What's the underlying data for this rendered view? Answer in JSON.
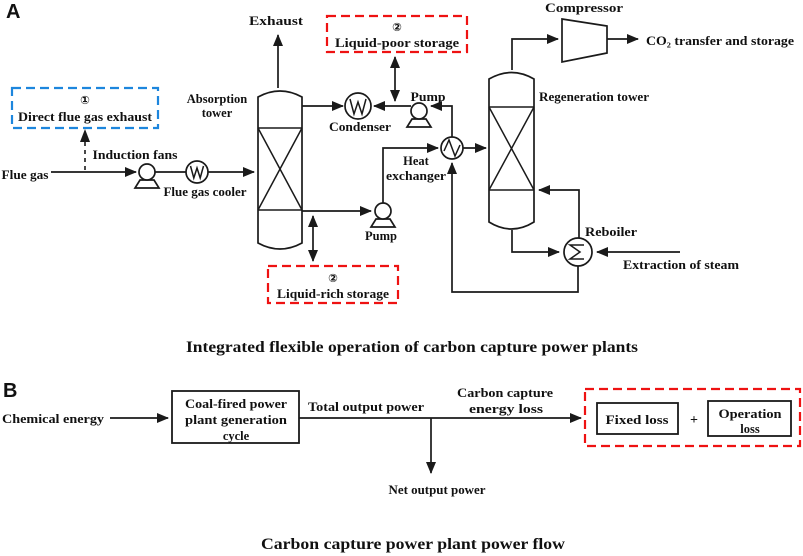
{
  "figure": {
    "panel_a": {
      "label": "A",
      "caption": "Integrated flexible operation of carbon capture power plants",
      "exhaust_label": "Exhaust",
      "absorption_tower_line1": "Absorption",
      "absorption_tower_line2": "tower",
      "direct_flue_number": "①",
      "direct_flue_label": "Direct flue gas exhaust",
      "flue_gas_label": "Flue gas",
      "induction_fans_label": "Induction fans",
      "flue_gas_cooler_label": "Flue gas cooler",
      "condenser_label": "Condenser",
      "pump_lean_label": "Pump",
      "pump_rich_label": "Pump",
      "liquid_poor_number": "②",
      "liquid_poor_label": "Liquid-poor storage",
      "liquid_rich_number": "②",
      "liquid_rich_label": "Liquid-rich storage",
      "heat_exchanger_line1": "Heat",
      "heat_exchanger_line2": "exchanger",
      "regeneration_tower_label": "Regeneration tower",
      "reboiler_label": "Reboiler",
      "extraction_label": "Extraction of steam",
      "compressor_label": "Compressor",
      "co2_label": "CO₂ transfer and storage"
    },
    "panel_b": {
      "label": "B",
      "caption": "Carbon capture power plant power flow",
      "chemical_energy_label": "Chemical energy",
      "coal_box_line1": "Coal-fired power",
      "coal_box_line2": "plant generation",
      "coal_box_line3": "cycle",
      "total_output_label": "Total output power",
      "loss_line1": "Carbon capture",
      "loss_line2": "energy loss",
      "net_output_label": "Net output power",
      "fixed_loss_label": "Fixed loss",
      "plus_sign": "+",
      "operation_loss_line1": "Operation",
      "operation_loss_line2": "loss"
    },
    "colors": {
      "ink": "#1a1a1a",
      "blue_dashed": "#1d86dd",
      "red_dashed": "#ee1212",
      "background": "#ffffff"
    }
  }
}
